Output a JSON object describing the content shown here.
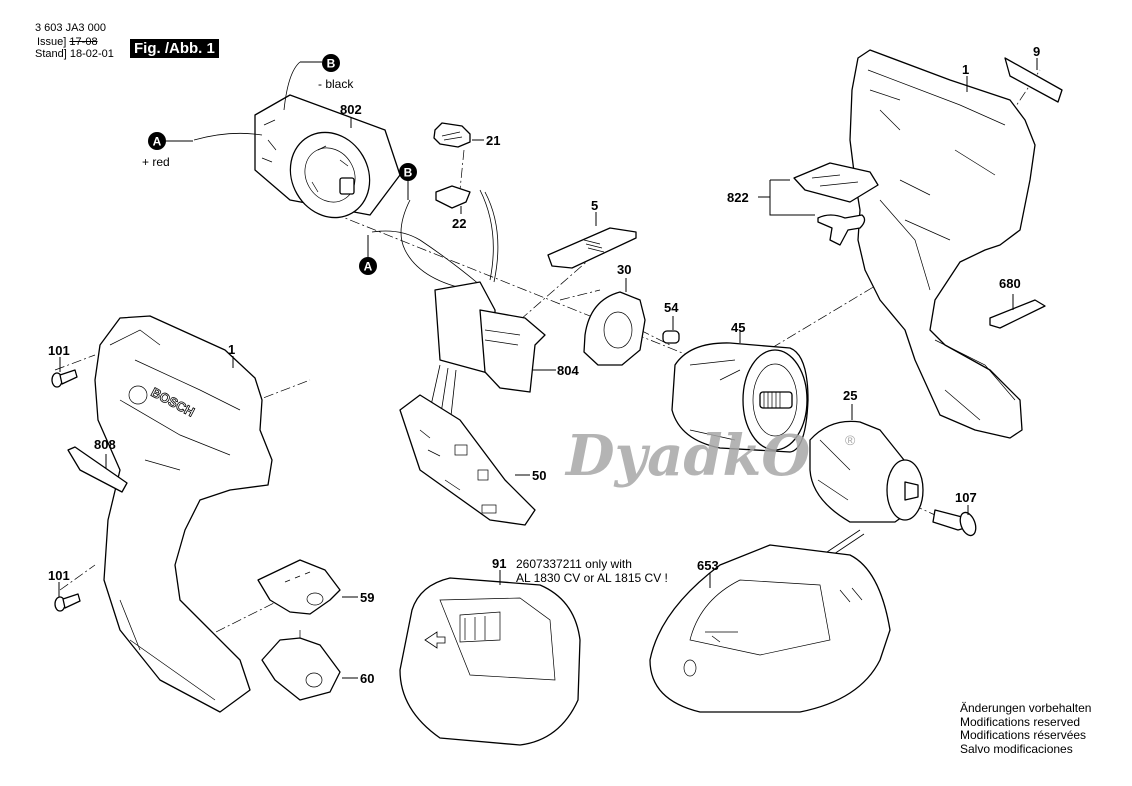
{
  "header": {
    "doc_number": "3 603 JA3 000",
    "issue_label": "Issue",
    "issue_value": "17-08",
    "stand_label": "Stand",
    "stand_value": "18-02-01",
    "figure_label": "Fig. /Abb. 1"
  },
  "connectors": {
    "a_letter": "A",
    "b_letter": "B",
    "a_wire": "+ red",
    "b_wire": "- black"
  },
  "parts": {
    "p802": "802",
    "p21": "21",
    "p22": "22",
    "p5": "5",
    "p30": "30",
    "p54": "54",
    "p804": "804",
    "p50": "50",
    "p45": "45",
    "p25": "25",
    "p107": "107",
    "p1_left": "1",
    "p1_right": "1",
    "p9": "9",
    "p822": "822",
    "p680": "680",
    "p101_top": "101",
    "p101_bottom": "101",
    "p808": "808",
    "p59": "59",
    "p60": "60",
    "p91": "91",
    "p653": "653"
  },
  "notes": {
    "battery_line1": "2607337211 only with",
    "battery_line2": "AL 1830 CV or AL 1815 CV !"
  },
  "housing_text": {
    "brand": "BOSCH"
  },
  "watermark": {
    "text": "DyadkO",
    "mark": "®"
  },
  "footer": {
    "lines": [
      "Änderungen vorbehalten",
      "Modifications reserved",
      "Modifications réservées",
      "Salvo modificaciones"
    ]
  }
}
